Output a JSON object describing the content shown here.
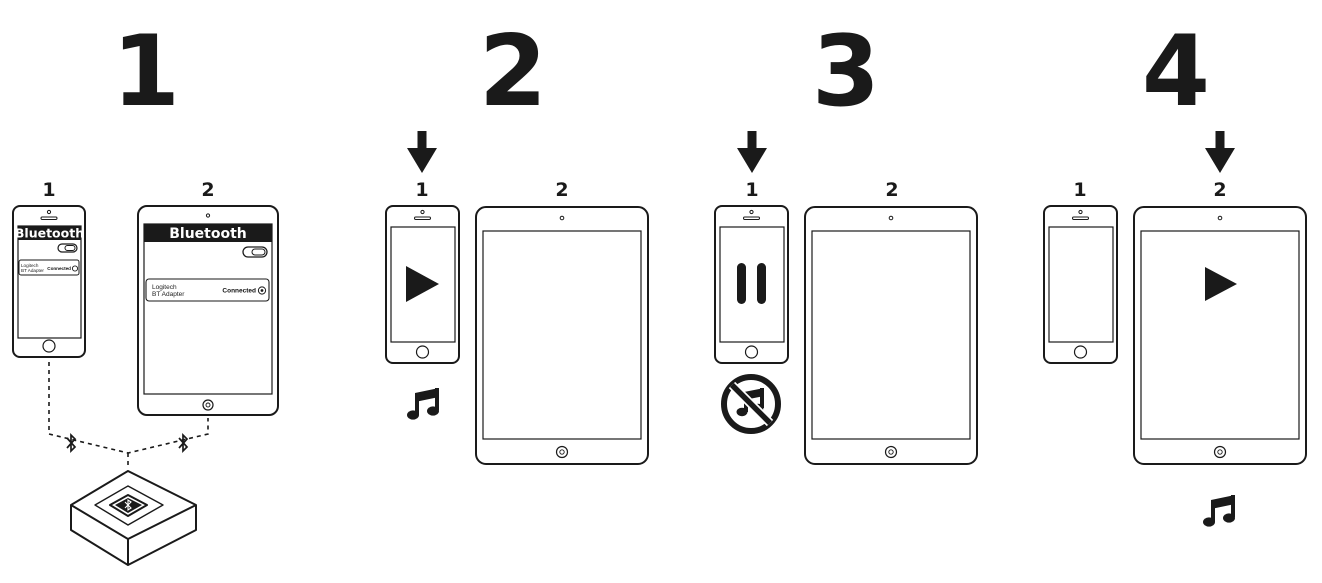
{
  "steps": [
    {
      "number": "1"
    },
    {
      "number": "2"
    },
    {
      "number": "3"
    },
    {
      "number": "4"
    }
  ],
  "device_labels": {
    "phone": "1",
    "tablet": "2"
  },
  "bluetooth_screen": {
    "title": "Bluetooth",
    "device_line1": "Logitech",
    "device_line2": "BT Adapter",
    "status": "Connected"
  },
  "icons": {
    "step2_phone": "play-icon",
    "step3_phone": "pause-icon",
    "step4_tablet": "play-icon",
    "step2_output": "music-note-icon",
    "step3_output": "no-music-icon",
    "step4_output": "music-note-icon",
    "link": "bluetooth-icon",
    "indicator": "down-arrow-icon"
  }
}
